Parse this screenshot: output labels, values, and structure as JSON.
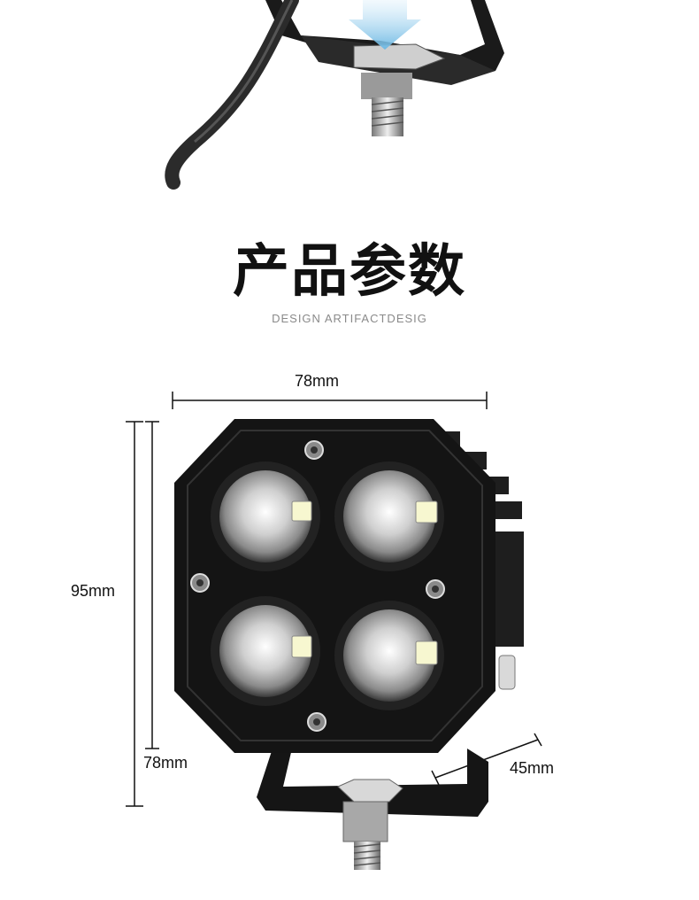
{
  "header": {
    "title": "产品参数",
    "subtitle": "DESIGN ARTIFACTDESIG"
  },
  "dimensions": {
    "width": "78mm",
    "height": "95mm",
    "height_inner": "78mm",
    "depth": "45mm"
  },
  "colors": {
    "background": "#ffffff",
    "housing": "#141414",
    "dimension_line": "#111111",
    "subtitle": "#8a8a8a"
  }
}
